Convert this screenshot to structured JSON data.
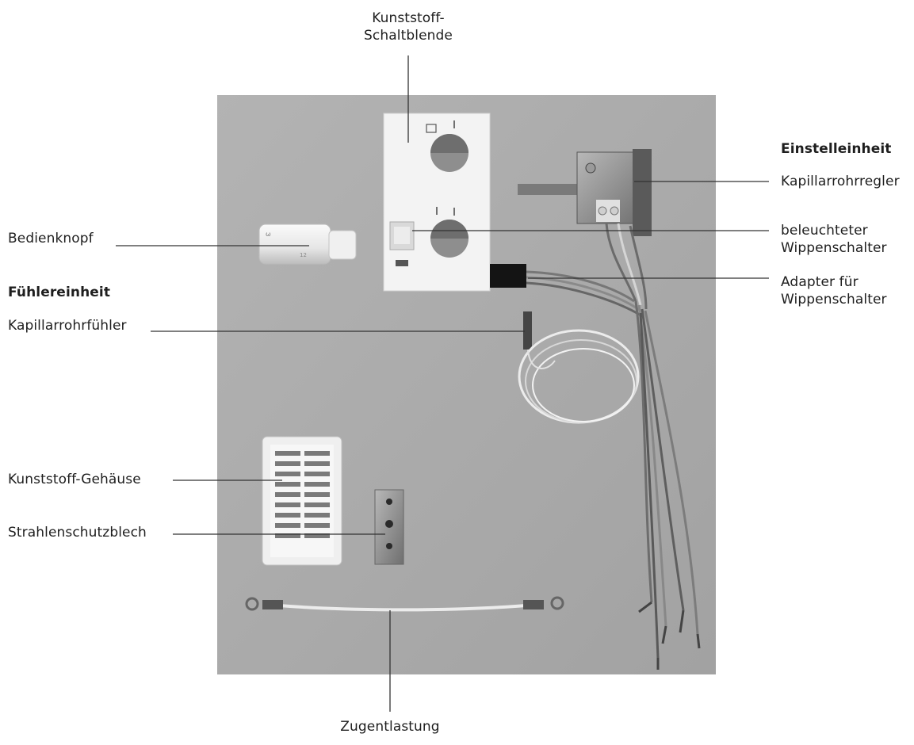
{
  "labels": {
    "schaltblende_1": "Kunststoff-",
    "schaltblende_2": "Schaltblende",
    "einstelleinheit": "Einstelleinheit",
    "kapillarrohrregler": "Kapillarrohrregler",
    "wippenschalter_1": "beleuchteter",
    "wippenschalter_2": "Wippenschalter",
    "adapter_1": "Adapter für",
    "adapter_2": "Wippenschalter",
    "bedienknopf": "Bedienknopf",
    "fuehlereinheit": "Fühlereinheit",
    "kapillarrohrfuehler": "Kapillarrohrfühler",
    "gehaeuse": "Kunststoff-Gehäuse",
    "strahlenschutzblech": "Strahlenschutzblech",
    "zugentlastung": "Zugentlastung"
  },
  "colors": {
    "board": "#a9a9a9",
    "text": "#1e1e1e",
    "leader_line": "#333333",
    "part_white": "#efefef",
    "metal": "#8c8c8c"
  }
}
